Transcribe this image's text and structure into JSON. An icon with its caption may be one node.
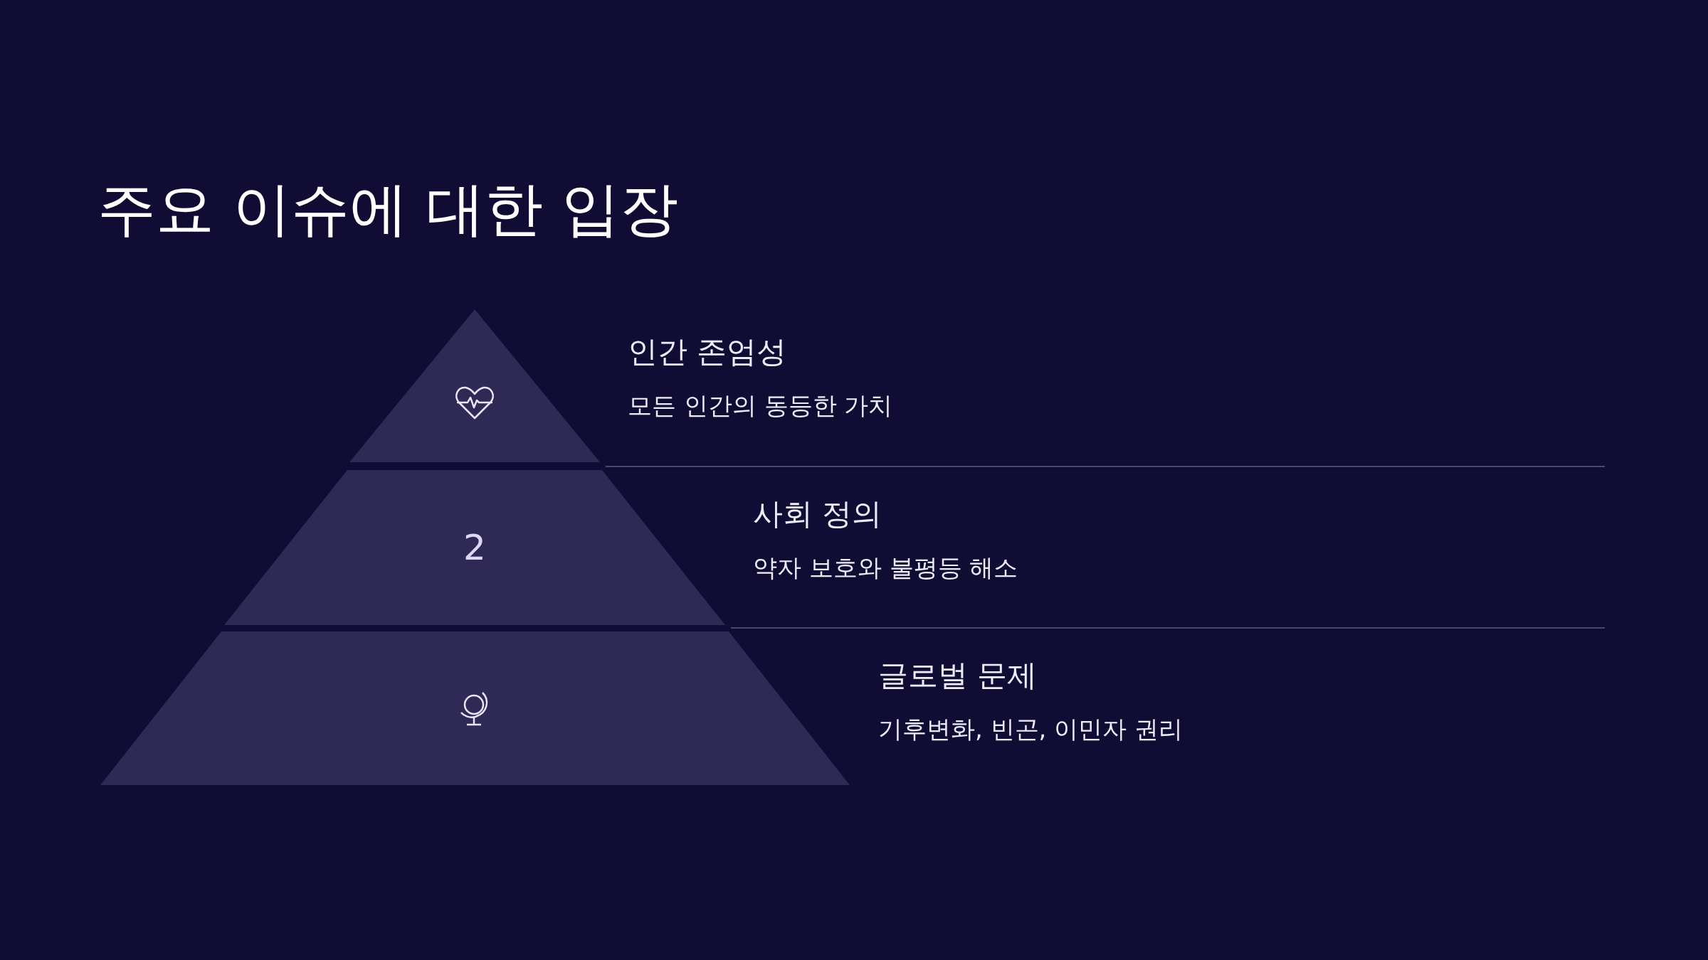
{
  "diagram": {
    "title": "주요 이슈에 대한 입장",
    "nodes": [
      {
        "text": [],
        "shape": "triangle",
        "beside": [
          "인간 존엄성",
          "모든 인간의 동등한 가치"
        ]
      },
      {
        "text": [
          "2"
        ],
        "beside": [
          "사회 정의",
          "약자 보호와 불평등 해소"
        ]
      },
      {
        "text": [],
        "shape": "trapezoid",
        "beside": [
          "글로벌 문제",
          "기후변화, 빈곤, 이민자 권리"
        ]
      }
    ]
  }
}
